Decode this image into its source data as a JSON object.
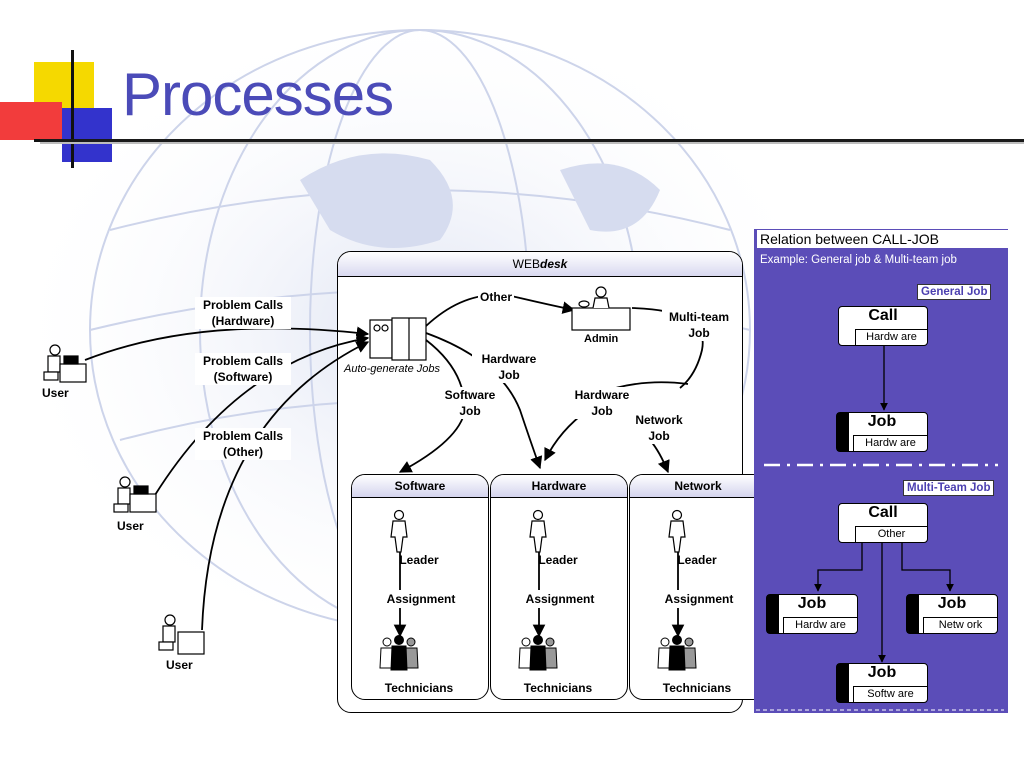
{
  "title": "Processes",
  "users": [
    "User",
    "User",
    "User"
  ],
  "calls": {
    "hardware": [
      "Problem Calls",
      "(Hardware)"
    ],
    "software": [
      "Problem Calls",
      "(Software)"
    ],
    "other": [
      "Problem Calls",
      "(Other)"
    ]
  },
  "webdesk": {
    "prefix": "WEB",
    "suffix": "desk",
    "auto_jobs": "Auto-generate Jobs",
    "admin": "Admin"
  },
  "flows": {
    "other": "Other",
    "multi_team": [
      "Multi-team",
      "Job"
    ],
    "hardware_job_1": [
      "Hardware",
      "Job"
    ],
    "software_job": [
      "Software",
      "Job"
    ],
    "hardware_job_2": [
      "Hardware",
      "Job"
    ],
    "network_job": [
      "Network",
      "Job"
    ]
  },
  "teams": [
    {
      "name": "Software",
      "leader": "Leader",
      "assignment": "Assignment",
      "technicians": "Technicians"
    },
    {
      "name": "Hardware",
      "leader": "Leader",
      "assignment": "Assignment",
      "technicians": "Technicians"
    },
    {
      "name": "Network",
      "leader": "Leader",
      "assignment": "Assignment",
      "technicians": "Technicians"
    }
  ],
  "panel": {
    "title": "Relation between CALL-JOB",
    "subtitle": "Example: General job & Multi-team job",
    "general_tag": "General Job",
    "multi_tag": "Multi-Team Job",
    "general_call": {
      "title": "Call",
      "sub": "Hardw are"
    },
    "general_job": {
      "title": "Job",
      "sub": "Hardw are"
    },
    "multi_call": {
      "title": "Call",
      "sub": "Other"
    },
    "multi_jobs": [
      {
        "title": "Job",
        "sub": "Hardw are"
      },
      {
        "title": "Job",
        "sub": "Netw ork"
      },
      {
        "title": "Job",
        "sub": "Softw are"
      }
    ]
  },
  "colors": {
    "title": "#4B4BB8",
    "panel": "#5B4DB8",
    "tag_text": "#4B3FB0",
    "logo_yellow": "#F5D900",
    "logo_red": "#F23C3C",
    "logo_blue": "#3333CC"
  }
}
